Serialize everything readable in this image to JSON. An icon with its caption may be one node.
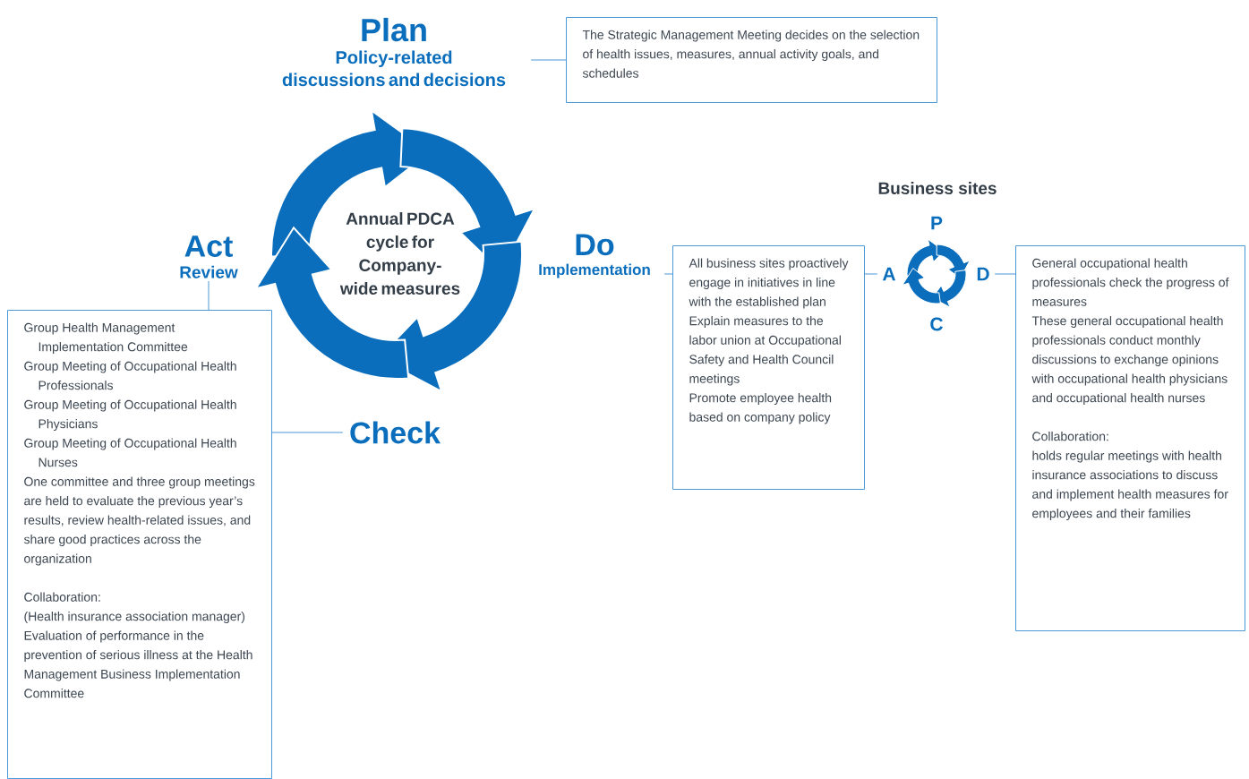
{
  "diagram": {
    "nodes": [
      {
        "text": [
          "Plan",
          "Policy-related discussions and decisions"
        ]
      },
      {
        "text": [
          "The Strategic Management Meeting decides on the selection of health issues, measures, annual activity goals, and schedules"
        ]
      },
      {
        "text": [
          "Act",
          "Review"
        ]
      },
      {
        "text": [
          "Annual PDCA cycle for Company-wide measures"
        ]
      },
      {
        "text": [
          "Do",
          "Implementation"
        ]
      },
      {
        "text": [
          "A"
        ]
      },
      {
        "text": [
          "D"
        ]
      },
      {
        "text": [
          "All business sites proactively engage in initiatives in line with the established plan",
          "Explain measures to the labor union at Occupational Safety and Health Council meetings",
          "Promote employee health based on company policy"
        ]
      },
      {
        "text": [
          "General occupational health professionals check the progress of measures",
          "These general occupational health professionals conduct monthly discussions to exchange opinions with occupational health physicians and occupational health nurses",
          "Collaboration:",
          "holds regular meetings with health insurance associations to discuss and implement health measures for employees and their families"
        ]
      },
      {
        "text": [
          "Check"
        ]
      },
      {
        "text": [
          "Group Health Management Implementation Committee",
          "Group Meeting of Occupational Health Professionals",
          "Group Meeting of Occupational Health Physicians",
          "Group Meeting of Occupational Health Nurses",
          "One committee and three group meetings are held to evaluate the previous year’s results, review health-related issues, and share good practices across the organization",
          "Collaboration:",
          "(Health insurance association manager)",
          "Evaluation of performance in the prevention of serious illness at the Health Management Business Implementation Committee"
        ]
      }
    ],
    "edges": [
      {
        "from": 0,
        "to": 1,
        "arrow": "none"
      },
      {
        "from": 4,
        "to": 7,
        "arrow": "none"
      },
      {
        "from": 7,
        "to": 5,
        "arrow": "none"
      },
      {
        "from": 6,
        "to": 8,
        "arrow": "none"
      },
      {
        "from": 2,
        "to": 10,
        "arrow": "none"
      },
      {
        "from": 10,
        "to": 9,
        "arrow": "none"
      }
    ],
    "labels": [
      "Business sites",
      "P",
      "C"
    ]
  }
}
